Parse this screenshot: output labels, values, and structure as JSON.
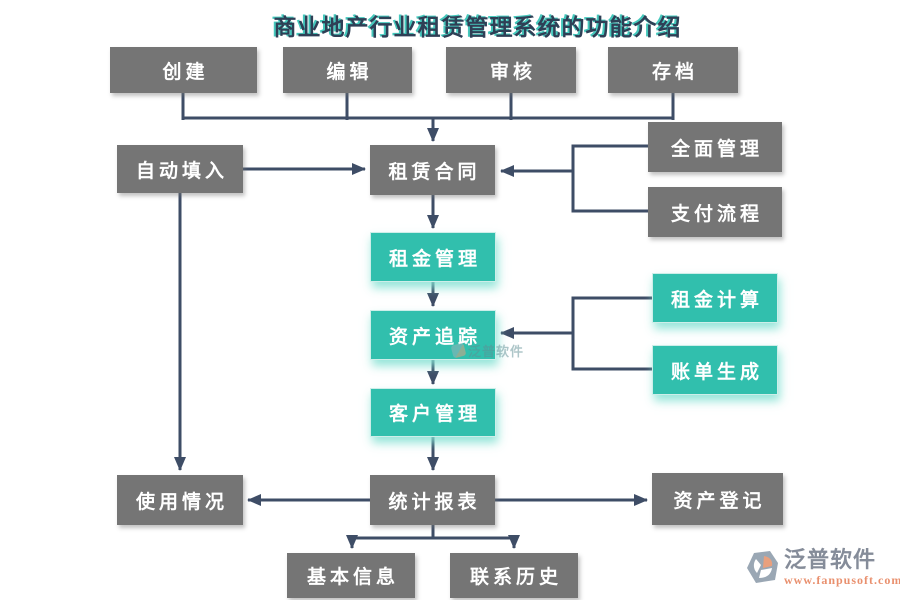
{
  "title": "商业地产行业租赁管理系统的功能介绍",
  "colors": {
    "gray_box": "#757575",
    "teal_box": "#31bfad",
    "connector": "#3e4d66",
    "title_text": "#2e3f55",
    "title_shadow": "#45c8bc",
    "brand_text": "#858c99",
    "brand_url": "#e9906e"
  },
  "nodes": {
    "create": {
      "label": "创建"
    },
    "edit": {
      "label": "编辑"
    },
    "review": {
      "label": "审核"
    },
    "archive": {
      "label": "存档"
    },
    "auto_fill": {
      "label": "自动填入"
    },
    "lease_contract": {
      "label": "租赁合同"
    },
    "comprehensive_management": {
      "label": "全面管理"
    },
    "payment_process": {
      "label": "支付流程"
    },
    "rent_management": {
      "label": "租金管理"
    },
    "asset_tracking": {
      "label": "资产追踪"
    },
    "rent_calculation": {
      "label": "租金计算"
    },
    "bill_generation": {
      "label": "账单生成"
    },
    "customer_management": {
      "label": "客户管理"
    },
    "usage_status": {
      "label": "使用情况"
    },
    "statistical_report": {
      "label": "统计报表"
    },
    "asset_registration": {
      "label": "资产登记"
    },
    "basic_info": {
      "label": "基本信息"
    },
    "contact_history": {
      "label": "联系历史"
    }
  },
  "watermark": {
    "brand": "泛普软件"
  },
  "brand": {
    "name": "泛普软件",
    "url": "www.fanpusoft.com"
  }
}
